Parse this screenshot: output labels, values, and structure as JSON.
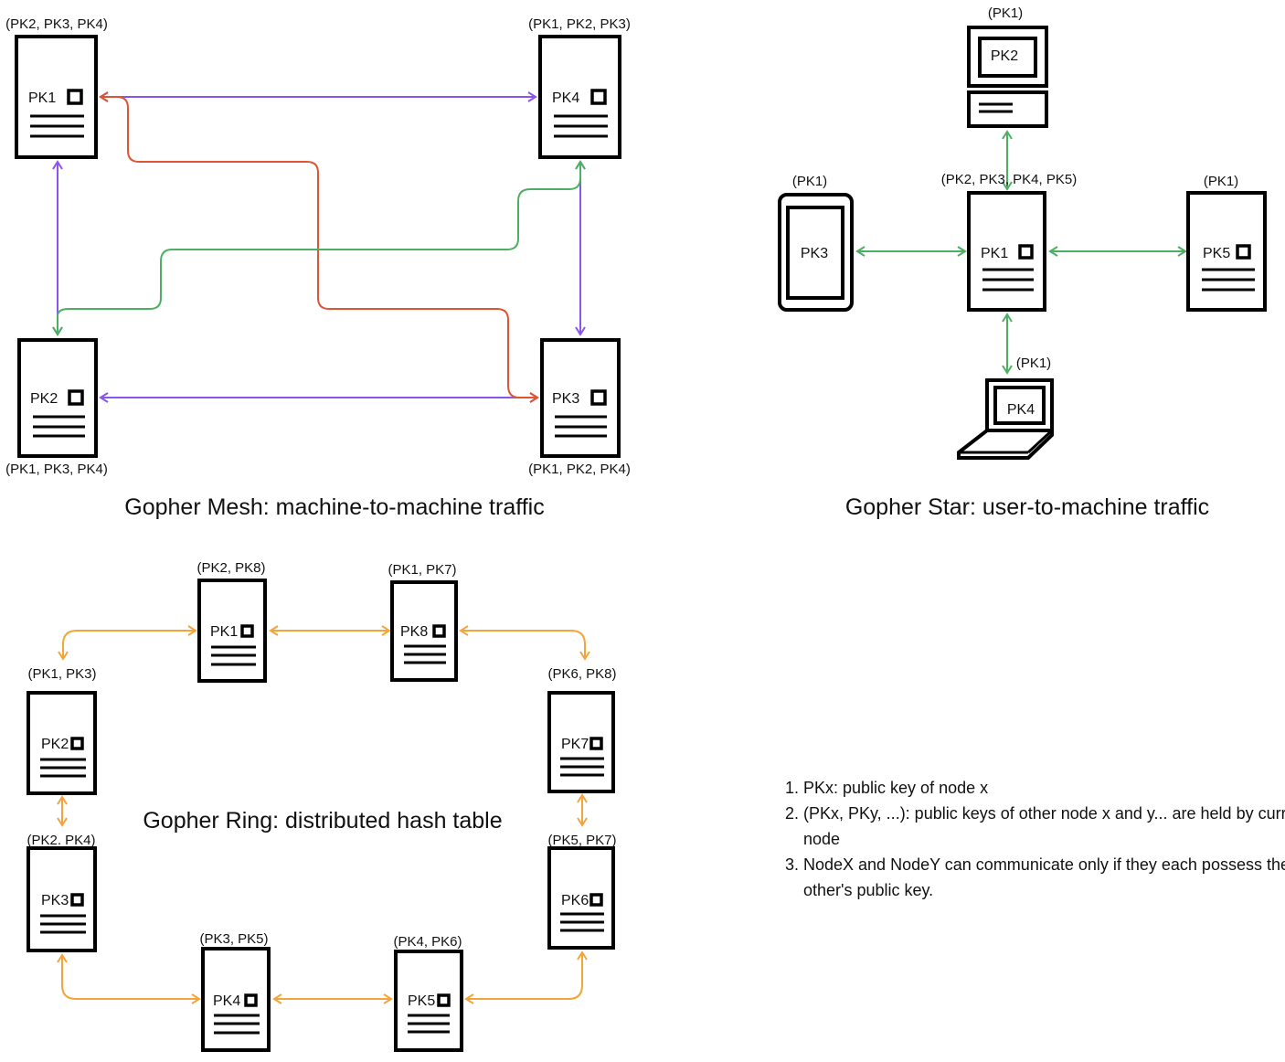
{
  "colors": {
    "purple": "#8b55ec",
    "red": "#dd5533",
    "green": "#4daf63",
    "orange": "#f3a53c",
    "stroke": "#000000"
  },
  "mesh": {
    "title": "Gopher Mesh: machine-to-machine traffic",
    "nodes": [
      {
        "id": "PK1",
        "label": "PK1",
        "keys": "(PK2, PK3, PK4)"
      },
      {
        "id": "PK4",
        "label": "PK4",
        "keys": "(PK1, PK2, PK3)"
      },
      {
        "id": "PK2",
        "label": "PK2",
        "keys": "(PK1, PK3, PK4)"
      },
      {
        "id": "PK3",
        "label": "PK3",
        "keys": "(PK1, PK2, PK4)"
      }
    ],
    "links": [
      {
        "from": "PK1",
        "to": "PK4",
        "color": "purple"
      },
      {
        "from": "PK1",
        "to": "PK2",
        "color": "purple"
      },
      {
        "from": "PK4",
        "to": "PK3",
        "color": "purple"
      },
      {
        "from": "PK2",
        "to": "PK3",
        "color": "purple"
      },
      {
        "from": "PK1",
        "to": "PK3",
        "color": "red"
      },
      {
        "from": "PK2",
        "to": "PK4",
        "color": "green"
      }
    ]
  },
  "star": {
    "title": "Gopher Star: user-to-machine traffic",
    "nodes": [
      {
        "id": "PK1",
        "label": "PK1",
        "type": "server",
        "keys": "(PK2, PK3, PK4, PK5)"
      },
      {
        "id": "PK2",
        "label": "PK2",
        "type": "desktop",
        "keys": "(PK1)"
      },
      {
        "id": "PK3",
        "label": "PK3",
        "type": "phone",
        "keys": "(PK1)"
      },
      {
        "id": "PK4",
        "label": "PK4",
        "type": "laptop",
        "keys": "(PK1)"
      },
      {
        "id": "PK5",
        "label": "PK5",
        "type": "server",
        "keys": "(PK1)"
      }
    ],
    "links": [
      {
        "from": "PK1",
        "to": "PK2",
        "color": "green"
      },
      {
        "from": "PK1",
        "to": "PK3",
        "color": "green"
      },
      {
        "from": "PK1",
        "to": "PK4",
        "color": "green"
      },
      {
        "from": "PK1",
        "to": "PK5",
        "color": "green"
      }
    ]
  },
  "ring": {
    "title": "Gopher Ring: distributed hash table",
    "nodes": [
      {
        "id": "PK1",
        "label": "PK1",
        "keys": "(PK2, PK8)"
      },
      {
        "id": "PK8",
        "label": "PK8",
        "keys": "(PK1, PK7)"
      },
      {
        "id": "PK2",
        "label": "PK2",
        "keys": "(PK1, PK3)"
      },
      {
        "id": "PK7",
        "label": "PK7",
        "keys": "(PK6, PK8)"
      },
      {
        "id": "PK3",
        "label": "PK3",
        "keys": "(PK2. PK4)"
      },
      {
        "id": "PK6",
        "label": "PK6",
        "keys": "(PK5, PK7)"
      },
      {
        "id": "PK4",
        "label": "PK4",
        "keys": "(PK3, PK5)"
      },
      {
        "id": "PK5",
        "label": "PK5",
        "keys": "(PK4, PK6)"
      }
    ],
    "links": [
      {
        "from": "PK1",
        "to": "PK2",
        "color": "orange"
      },
      {
        "from": "PK1",
        "to": "PK8",
        "color": "orange"
      },
      {
        "from": "PK8",
        "to": "PK7",
        "color": "orange"
      },
      {
        "from": "PK7",
        "to": "PK6",
        "color": "orange"
      },
      {
        "from": "PK6",
        "to": "PK5",
        "color": "orange"
      },
      {
        "from": "PK5",
        "to": "PK4",
        "color": "orange"
      },
      {
        "from": "PK4",
        "to": "PK3",
        "color": "orange"
      },
      {
        "from": "PK3",
        "to": "PK2",
        "color": "orange"
      }
    ]
  },
  "notes": [
    "PKx: public key of node x",
    "(PKx, PKy, ...): public keys of other node x and y... are held by current node",
    "NodeX and NodeY can communicate only if they each possess the other's public key."
  ]
}
